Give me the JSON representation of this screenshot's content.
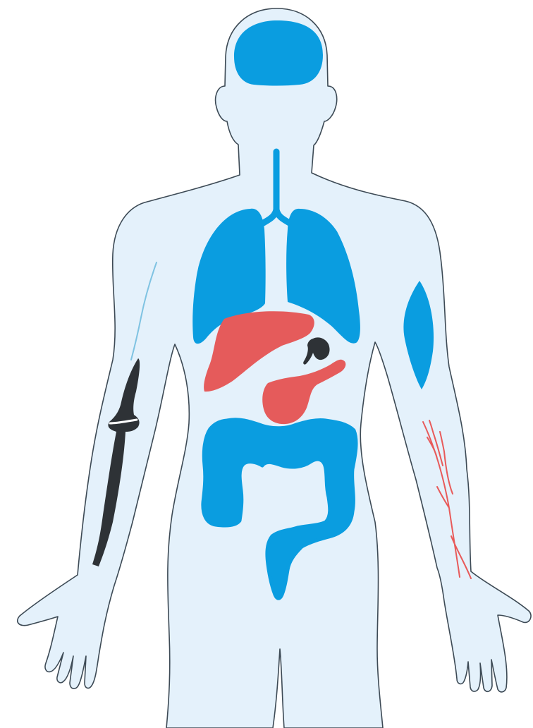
{
  "diagram": {
    "colors": {
      "background": "#ffffff",
      "skin": "#e4f1fb",
      "outline": "#3d4a55",
      "organ_blue": "#0a9de0",
      "organ_red": "#e55b5b",
      "dark": "#2e3236",
      "nerve": "#7fc3e2",
      "vessel": "#e85a5a"
    },
    "parts": [
      {
        "id": "body-silhouette",
        "color": "skin"
      },
      {
        "id": "brain",
        "color": "organ_blue"
      },
      {
        "id": "trachea",
        "color": "organ_blue"
      },
      {
        "id": "left-lung",
        "color": "organ_blue"
      },
      {
        "id": "right-lung",
        "color": "organ_blue"
      },
      {
        "id": "liver",
        "color": "organ_red"
      },
      {
        "id": "gallbladder",
        "color": "dark"
      },
      {
        "id": "pancreas",
        "color": "organ_red"
      },
      {
        "id": "intestines",
        "color": "organ_blue"
      },
      {
        "id": "arm-nerve",
        "color": "nerve"
      },
      {
        "id": "bone-joint",
        "color": "dark"
      },
      {
        "id": "arm-muscle",
        "color": "organ_blue"
      },
      {
        "id": "blood-vessel",
        "color": "vessel"
      }
    ]
  }
}
